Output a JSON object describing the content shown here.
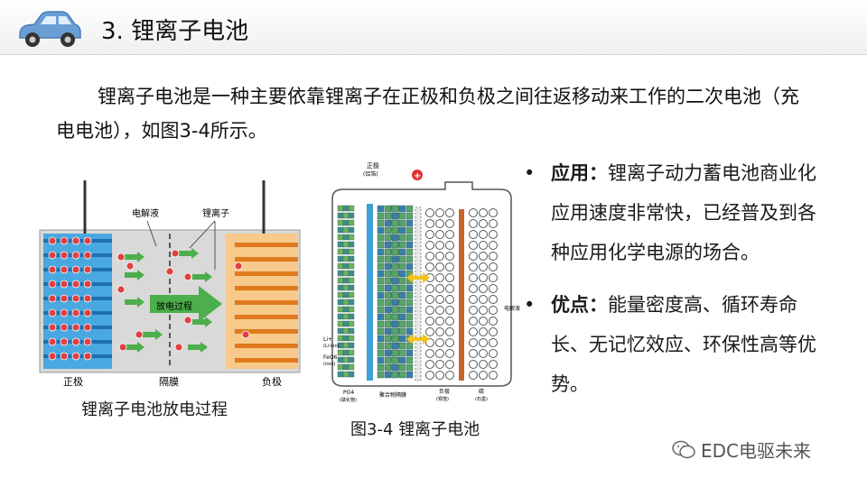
{
  "header": {
    "title": "3. 锂离子电池"
  },
  "intro": "锂离子电池是一种主要依靠锂离子在正极和负极之间往返移动来工作的二次电池（充电电池），如图3-4所示。",
  "figure_left": {
    "label_electrolyte": "电解液",
    "label_li_ion": "锂离子",
    "label_discharge": "放电过程",
    "label_positive": "正极",
    "label_separator": "隔膜",
    "label_negative": "负极",
    "caption": "锂离子电池放电过程"
  },
  "figure_right": {
    "label_pos_electrode": "正极",
    "label_pos_electrode_sub": "(铝箔)",
    "plus_sign": "+",
    "label_electrolyte": "电解液",
    "label_li": "Li+",
    "label_li_sub": "(Li-Ion)",
    "label_feo": "FeO6",
    "label_feo_sub": "(iron)",
    "label_po": "PO4",
    "label_po_sub": "(磷化物)",
    "label_polymer": "聚合物隔膜",
    "label_neg": "负极",
    "label_neg_sub": "(铜箔)",
    "label_carbon": "碳",
    "label_carbon_sub": "(石墨)",
    "caption": "图3-4 锂离子电池"
  },
  "bullets": [
    {
      "term": "应用：",
      "text": "锂离子动力蓄电池商业化应用速度非常快，已经普及到各种应用化学电源的场合。"
    },
    {
      "term": "优点：",
      "text": "能量密度高、循环寿命长、无记忆效应、环保性高等优势。"
    }
  ],
  "bullet_symbol": "•",
  "watermark": "EDC电驱未来",
  "colors": {
    "car": "#6a9fd6",
    "positive": "#4aa8e0",
    "negative": "#f0a84a",
    "arrow": "#4cae4c",
    "ion": "#e04040"
  }
}
